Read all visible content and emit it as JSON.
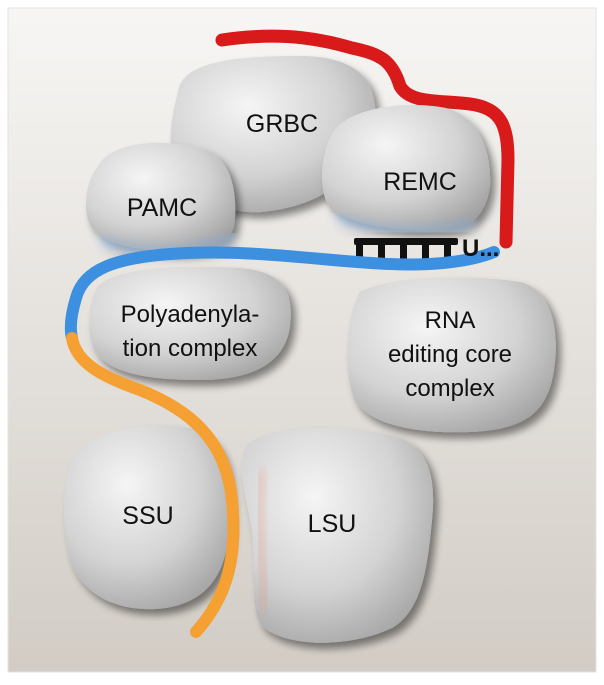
{
  "diagram": {
    "complexes": {
      "grbc": "GRBC",
      "remc": "REMC",
      "pamc": "PAMC",
      "polyadenylation": [
        "Polyadenyla-",
        "tion complex"
      ],
      "editing_core": [
        "RNA",
        "editing core",
        "complex"
      ],
      "ssu": "SSU",
      "lsu": "LSU"
    },
    "uridine_tail": "U...",
    "colors": {
      "guide_rna": "#d91a1a",
      "mrna_edited": "#3d8fe0",
      "mrna_translated": "#f5a033",
      "anchor": "#111111",
      "complex_fill": "#d4d4d4"
    }
  }
}
